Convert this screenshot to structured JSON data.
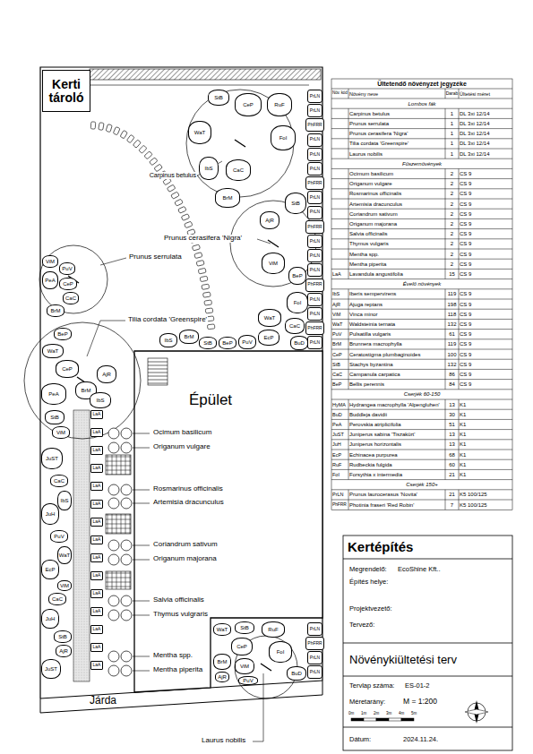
{
  "diagram": {
    "title": "Kertépítés",
    "nodes": [
      {
        "text": [
          "Kerti tároló"
        ]
      },
      {
        "text": [
          "Épület"
        ]
      },
      {
        "text": [
          "Járda"
        ]
      },
      {
        "text": [
          "StB"
        ]
      },
      {
        "text": [
          "CeP"
        ]
      },
      {
        "text": [
          "RuF"
        ]
      },
      {
        "text": [
          "WaT"
        ]
      },
      {
        "text": [
          "FoI"
        ]
      },
      {
        "text": [
          "IbS"
        ]
      },
      {
        "text": [
          "CaC"
        ]
      },
      {
        "text": [
          "BrM"
        ]
      },
      {
        "text": [
          "StB"
        ]
      },
      {
        "text": [
          "AjR"
        ]
      },
      {
        "text": [
          "ViM"
        ]
      },
      {
        "text": [
          "BeP"
        ]
      },
      {
        "text": [
          "FoI"
        ]
      },
      {
        "text": [
          "WaT"
        ]
      },
      {
        "text": [
          "CaC"
        ]
      },
      {
        "text": [
          "BuD"
        ]
      },
      {
        "text": [
          "IbS"
        ]
      },
      {
        "text": [
          "BrM"
        ]
      },
      {
        "text": [
          "StB"
        ]
      },
      {
        "text": [
          "BeP"
        ]
      },
      {
        "text": [
          "PuV"
        ]
      },
      {
        "text": [
          "EcP"
        ]
      },
      {
        "text": [
          "ViM"
        ]
      },
      {
        "text": [
          "PuV"
        ]
      },
      {
        "text": [
          "CeP"
        ]
      },
      {
        "text": [
          "PeA"
        ]
      },
      {
        "text": [
          "CaC"
        ]
      },
      {
        "text": [
          "BrM"
        ]
      },
      {
        "text": [
          "BeP"
        ]
      },
      {
        "text": [
          "WaT"
        ]
      },
      {
        "text": [
          "CeP"
        ]
      },
      {
        "text": [
          "PeA"
        ]
      },
      {
        "text": [
          "BrM"
        ]
      },
      {
        "text": [
          "AjR"
        ]
      },
      {
        "text": [
          "IbS"
        ]
      },
      {
        "text": [
          "StB"
        ]
      },
      {
        "text": [
          "ViM"
        ]
      },
      {
        "text": [
          "JuST"
        ]
      },
      {
        "text": [
          "CaC"
        ]
      },
      {
        "text": [
          "IbS"
        ]
      },
      {
        "text": [
          "JuH"
        ]
      },
      {
        "text": [
          "PuV"
        ]
      },
      {
        "text": [
          "WaT"
        ]
      },
      {
        "text": [
          "EcP"
        ]
      },
      {
        "text": [
          "ViM"
        ]
      },
      {
        "text": [
          "CaC"
        ]
      },
      {
        "text": [
          "JuH"
        ]
      },
      {
        "text": [
          "StB"
        ]
      },
      {
        "text": [
          "AjR"
        ]
      },
      {
        "text": [
          "JuST"
        ]
      },
      {
        "text": [
          "WaT"
        ]
      },
      {
        "text": [
          "StB"
        ]
      },
      {
        "text": [
          "RuF"
        ]
      },
      {
        "text": [
          "CeP"
        ]
      },
      {
        "text": [
          "BrM"
        ]
      },
      {
        "text": [
          "FoI"
        ]
      },
      {
        "text": [
          "ViM"
        ]
      },
      {
        "text": [
          "AjR"
        ]
      },
      {
        "text": [
          "PuV"
        ]
      },
      {
        "text": [
          "BuD"
        ]
      },
      {
        "text": [
          "PrLN"
        ]
      },
      {
        "text": [
          "PrLN"
        ]
      },
      {
        "text": [
          "PhFRR"
        ]
      },
      {
        "text": [
          "PrLN"
        ]
      },
      {
        "text": [
          "PrLN"
        ]
      },
      {
        "text": [
          "PrLN"
        ]
      },
      {
        "text": [
          "PhFRR"
        ]
      },
      {
        "text": [
          "PrLN"
        ]
      },
      {
        "text": [
          "PrLN"
        ]
      },
      {
        "text": [
          "PhFRR"
        ]
      },
      {
        "text": [
          "PrLN"
        ]
      },
      {
        "text": [
          "PrLN"
        ]
      },
      {
        "text": [
          "PrLN"
        ]
      },
      {
        "text": [
          "PhFRR"
        ]
      },
      {
        "text": [
          "PrLN"
        ]
      },
      {
        "text": [
          "PrLN"
        ]
      },
      {
        "text": [
          "PhFRR"
        ]
      },
      {
        "text": [
          "PrLN"
        ]
      },
      {
        "text": [
          "PrLN"
        ]
      },
      {
        "text": [
          "PhFRR"
        ]
      },
      {
        "text": [
          "PrLN"
        ]
      },
      {
        "text": [
          "PrLN"
        ]
      },
      {
        "text": [
          "LaA"
        ]
      },
      {
        "text": [
          "LaA"
        ]
      },
      {
        "text": [
          "LaA"
        ]
      },
      {
        "text": [
          "LaA"
        ]
      },
      {
        "text": [
          "LaA"
        ]
      },
      {
        "text": [
          "LaA"
        ]
      },
      {
        "text": [
          "LaA"
        ]
      },
      {
        "text": [
          "LaA"
        ]
      },
      {
        "text": [
          "LaA"
        ]
      },
      {
        "text": [
          "LaA"
        ]
      },
      {
        "text": [
          "LaA"
        ]
      },
      {
        "text": [
          "LaA"
        ]
      },
      {
        "text": [
          "LaA"
        ]
      },
      {
        "text": [
          "LaA"
        ]
      },
      {
        "text": [
          "LaA"
        ]
      }
    ],
    "labels": [
      "Carpinus betulus",
      "Prunus serrulata",
      "Prunus cerasifera 'Nigra'",
      "Tilia cordata 'Greenspire'",
      "Laurus nobilis",
      "Ocimum basilicum",
      "Origanum vulgare",
      "Rosmarinus officinalis",
      "Artemisia dracunculus",
      "Coriandrum sativum",
      "Origanum majorana",
      "Salvia officinalis",
      "Thymus vulgraris",
      "Mentha spp.",
      "Mentha piperita",
      "Ültetendő növényzet jegyzéke",
      "Növ. kód",
      "Növény neve",
      "Darab",
      "Ültetési méret",
      "Lombos fák",
      "Carpinus betulus",
      "1",
      "DL 3xi 12/14",
      "Prunus serrulata",
      "1",
      "DL 3xi 12/14",
      "Prunus cerasifera 'Nigra'",
      "1",
      "DL 3xi 12/14",
      "Tilia cordata 'Greenspire'",
      "1",
      "DL 3xi 12/14",
      "Laurus nobilis",
      "1",
      "DL 3xi 12/14",
      "Fűszernövények",
      "Ocimum basilicum",
      "2",
      "CS 9",
      "Origanum vulgare",
      "2",
      "CS 9",
      "Rosmarinus officinalis",
      "2",
      "CS 9",
      "Artemisia dracunculus",
      "2",
      "CS 9",
      "Coriandrum sativum",
      "2",
      "CS 9",
      "Origanum majorana",
      "2",
      "CS 9",
      "Salvia officinalis",
      "2",
      "CS 9",
      "Thymus vulgaris",
      "2",
      "CS 9",
      "Mentha spp.",
      "2",
      "CS 9",
      "Mentha piperita",
      "2",
      "CS 9",
      "LaA",
      "Lavandula angustifolia",
      "15",
      "CS 9",
      "Évelő növények",
      "IbS",
      "Iberis sempervirens",
      "119",
      "CS 9",
      "AjR",
      "Ajuga reptans",
      "198",
      "CS 9",
      "ViM",
      "Vinca minor",
      "118",
      "CS 9",
      "WaT",
      "Waldsteinia ternata",
      "132",
      "CS 9",
      "PuV",
      "Pulsatilla vulgaris",
      "61",
      "CS 9",
      "BrM",
      "Brunnera macrophylla",
      "119",
      "CS 9",
      "CeP",
      "Ceratostigma plumbaginoides",
      "100",
      "CS 9",
      "StB",
      "Stachys byzantina",
      "132",
      "CS 9",
      "CaC",
      "Campanula carpatica",
      "86",
      "CS 9",
      "BeP",
      "Bellis perennis",
      "84",
      "CS 9",
      "Cserjék 60-150",
      "HyMA",
      "Hydrangea macrophylla 'Alpengluhen'",
      "13",
      "K1",
      "BuD",
      "Buddleja davidii",
      "30",
      "K1",
      "PeA",
      "Perovskia atriplicifolia",
      "51",
      "K1",
      "JuST",
      "Juniperus sabina 'Tiszakürt'",
      "13",
      "K1",
      "JuH",
      "Juniperus horizontalis",
      "13",
      "K1",
      "EcP",
      "Echinacea purpurea",
      "68",
      "K1",
      "RuF",
      "Rudbeckia fulgida",
      "60",
      "K1",
      "FoI",
      "Forsythia x intermedia",
      "21",
      "K1",
      "Cserjék 150+",
      "PrLN",
      "Prunus laurocerasus 'Novita'",
      "21",
      "K5 100/125",
      "PhFRR",
      "Photinia fraseri 'Red Robin'",
      "7",
      "K5 100/125",
      "Megrendelő:",
      "EcoShine Kft..",
      "Építés helye:",
      "Projektvezető:",
      "Tervező:",
      "Növénykiültetési terv",
      "Tervlap száma:",
      "ES-01-2",
      "Méretarány:",
      "M = 1:200",
      "0m",
      "1m",
      "2m",
      "3m",
      "4m",
      "5m",
      "Dátum:",
      "2024.11.24."
    ]
  }
}
